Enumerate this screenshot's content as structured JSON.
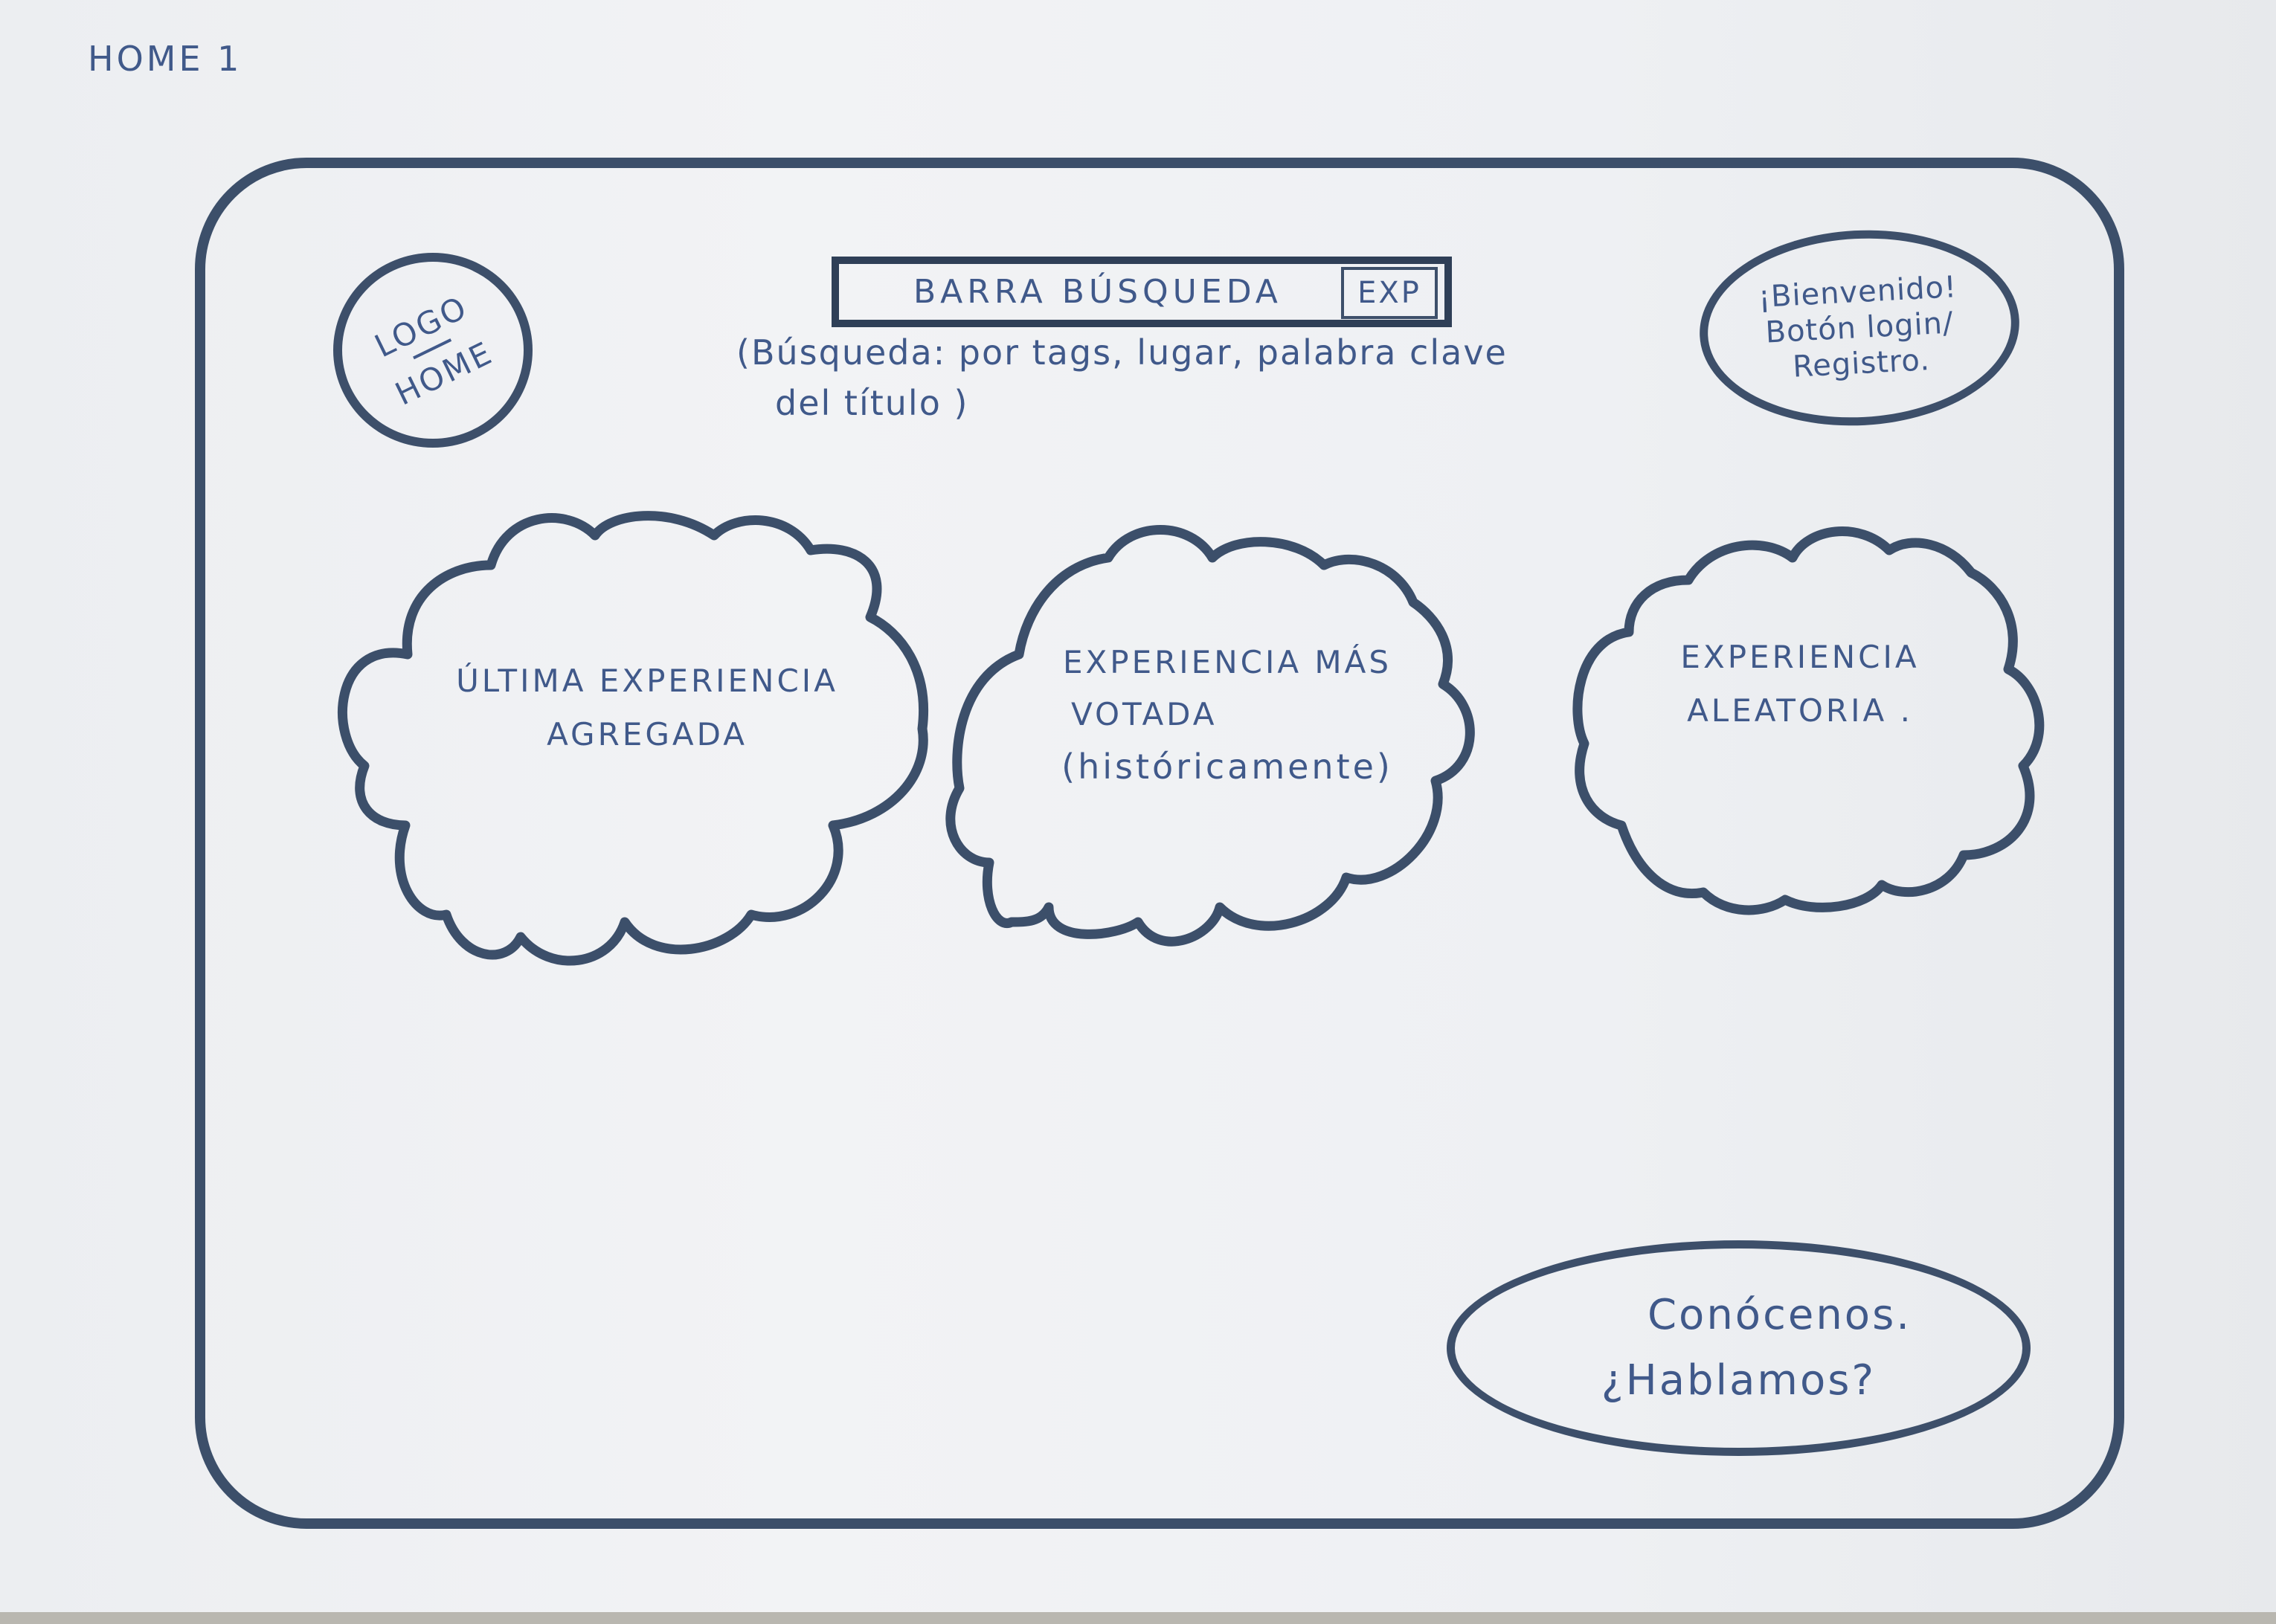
{
  "page_label": "HOME 1",
  "header": {
    "logo": {
      "line1": "LOGO",
      "line2": "HOME"
    },
    "search": {
      "label": "BARRA BÚSQUEDA",
      "button_label": "EXP",
      "help_line1": "(Búsqueda: por tags, lugar, palabra clave",
      "help_line2": "del título )"
    },
    "welcome": {
      "line1": "¡Bienvenido!",
      "line2": "Botón login/",
      "line3": "Registro."
    }
  },
  "experiences": [
    {
      "line1": "ÚLTIMA EXPERIENCIA",
      "line2": "AGREGADA",
      "line3": ""
    },
    {
      "line1": "EXPERIENCIA MÁS",
      "line2": "VOTADA",
      "line3": "(históricamente)"
    },
    {
      "line1": "EXPERIENCIA",
      "line2": "ALEATORIA .",
      "line3": ""
    }
  ],
  "contact": {
    "line1": "Conócenos.",
    "line2": "¿Hablamos?"
  },
  "colors": {
    "ink_pen": "#40598a",
    "marker": "#3c4f6a",
    "paper": "#eef0f3"
  }
}
